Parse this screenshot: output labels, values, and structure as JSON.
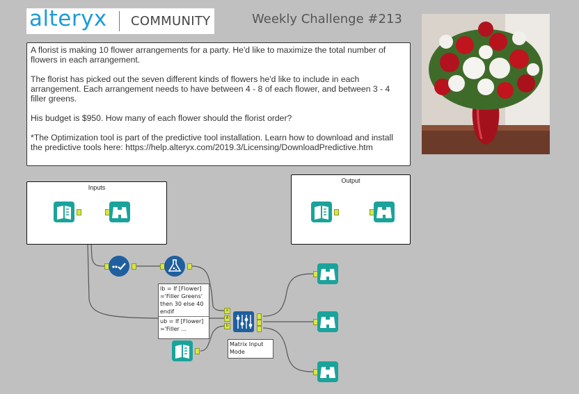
{
  "header": {
    "logo_brand": "alteryx",
    "logo_section": "COMMUNITY",
    "title": "Weekly Challenge #213"
  },
  "description": {
    "paragraphs": [
      "A florist is making 10 flower arrangements for a party. He'd like to maximize the total number of flowers in each arrangement.",
      "The florist has picked out the seven different kinds of flowers he'd like to include in each arrangement. Each arrangement needs to have between 4 - 8 of each flower, and between 3 - 4 filler greens.",
      "His budget is $950. How many of each flower should the florist order?",
      "*The Optimization tool is part of the predictive tool installation. Learn how to download and install the predictive tools here: https://help.alteryx.com/2019.3/Licensing/DownloadPredictive.htm"
    ]
  },
  "containers": {
    "inputs_title": "Inputs",
    "output_title": "Output"
  },
  "annotations": {
    "formula_lb": "lb = If [Flower] ='Filler Greens' then 30 else 40 endif",
    "formula_ub": "ub = If [Flower] ='Filler ...",
    "optimization": "Matrix Input Mode"
  },
  "colors": {
    "tool_teal": "#1aa39a",
    "tool_blue": "#1f5f9e",
    "anchor_yellow": "#d7e54a",
    "canvas": "#c0c0c0",
    "brand_blue": "#1d9bd6"
  },
  "icons": {
    "input": "book-input-icon",
    "browse": "binoculars-icon",
    "select": "checkmark-dots-icon",
    "formula": "flask-icon",
    "optimization": "sliders-icon"
  }
}
